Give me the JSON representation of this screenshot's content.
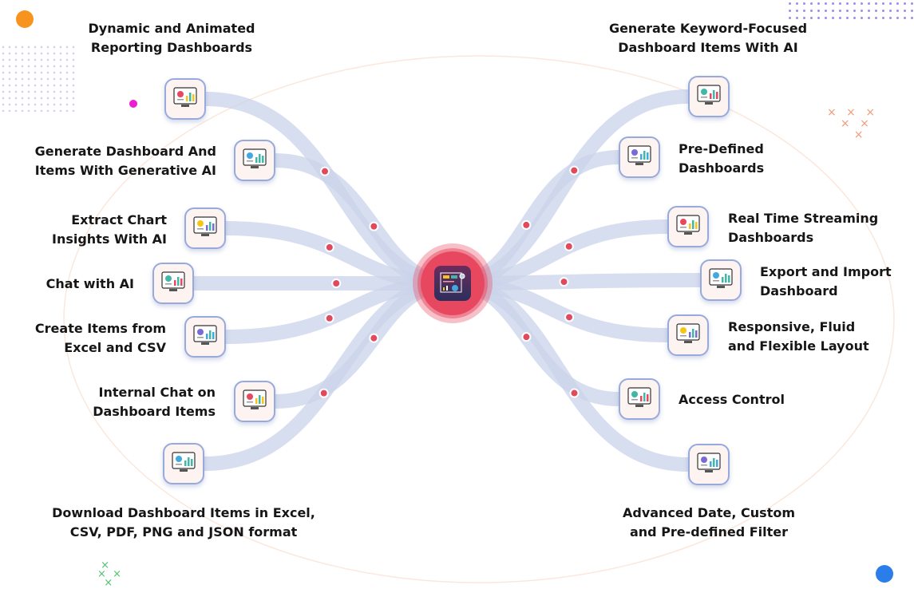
{
  "diagram_title": "",
  "hub": {
    "icon": "dashboard-icon"
  },
  "colors": {
    "link": "#c9d3ea",
    "dot": "#e14a5d",
    "hub": "#e8485f",
    "icon_border": "#98a9dc",
    "orange": "#f7941d",
    "blue": "#2b7de9",
    "magenta": "#ec1fd0"
  },
  "left_features": [
    {
      "lines": [
        "Dynamic and Animated",
        "Reporting Dashboards"
      ],
      "icon": "monitor-chart-icon"
    },
    {
      "lines": [
        "Generate Dashboard And",
        "Items With Generative AI"
      ],
      "icon": "ai-dashboard-icon"
    },
    {
      "lines": [
        "Extract Chart",
        "Insights With AI"
      ],
      "icon": "chart-insight-icon"
    },
    {
      "lines": [
        "Chat with AI"
      ],
      "icon": "ai-chat-icon"
    },
    {
      "lines": [
        "Create Items from",
        "Excel and CSV"
      ],
      "icon": "spreadsheet-icon"
    },
    {
      "lines": [
        "Internal Chat on",
        "Dashboard Items"
      ],
      "icon": "internal-chat-icon"
    },
    {
      "lines": [
        "Download Dashboard Items in Excel,",
        "CSV, PDF, PNG and JSON format"
      ],
      "icon": "download-file-icon"
    }
  ],
  "right_features": [
    {
      "lines": [
        "Generate Keyword-Focused",
        "Dashboard Items With AI"
      ],
      "icon": "keyword-search-icon"
    },
    {
      "lines": [
        "Pre-Defined",
        "Dashboards"
      ],
      "icon": "predefined-dashboard-icon"
    },
    {
      "lines": [
        "Real Time Streaming",
        "Dashboards"
      ],
      "icon": "streaming-icon"
    },
    {
      "lines": [
        "Export and Import",
        "Dashboard"
      ],
      "icon": "export-import-icon"
    },
    {
      "lines": [
        "Responsive, Fluid",
        "and Flexible Layout"
      ],
      "icon": "responsive-layout-icon"
    },
    {
      "lines": [
        "Access Control"
      ],
      "icon": "lock-fingerprint-icon"
    },
    {
      "lines": [
        "Advanced Date, Custom",
        "and Pre-defined Filter"
      ],
      "icon": "filter-funnel-icon"
    }
  ]
}
